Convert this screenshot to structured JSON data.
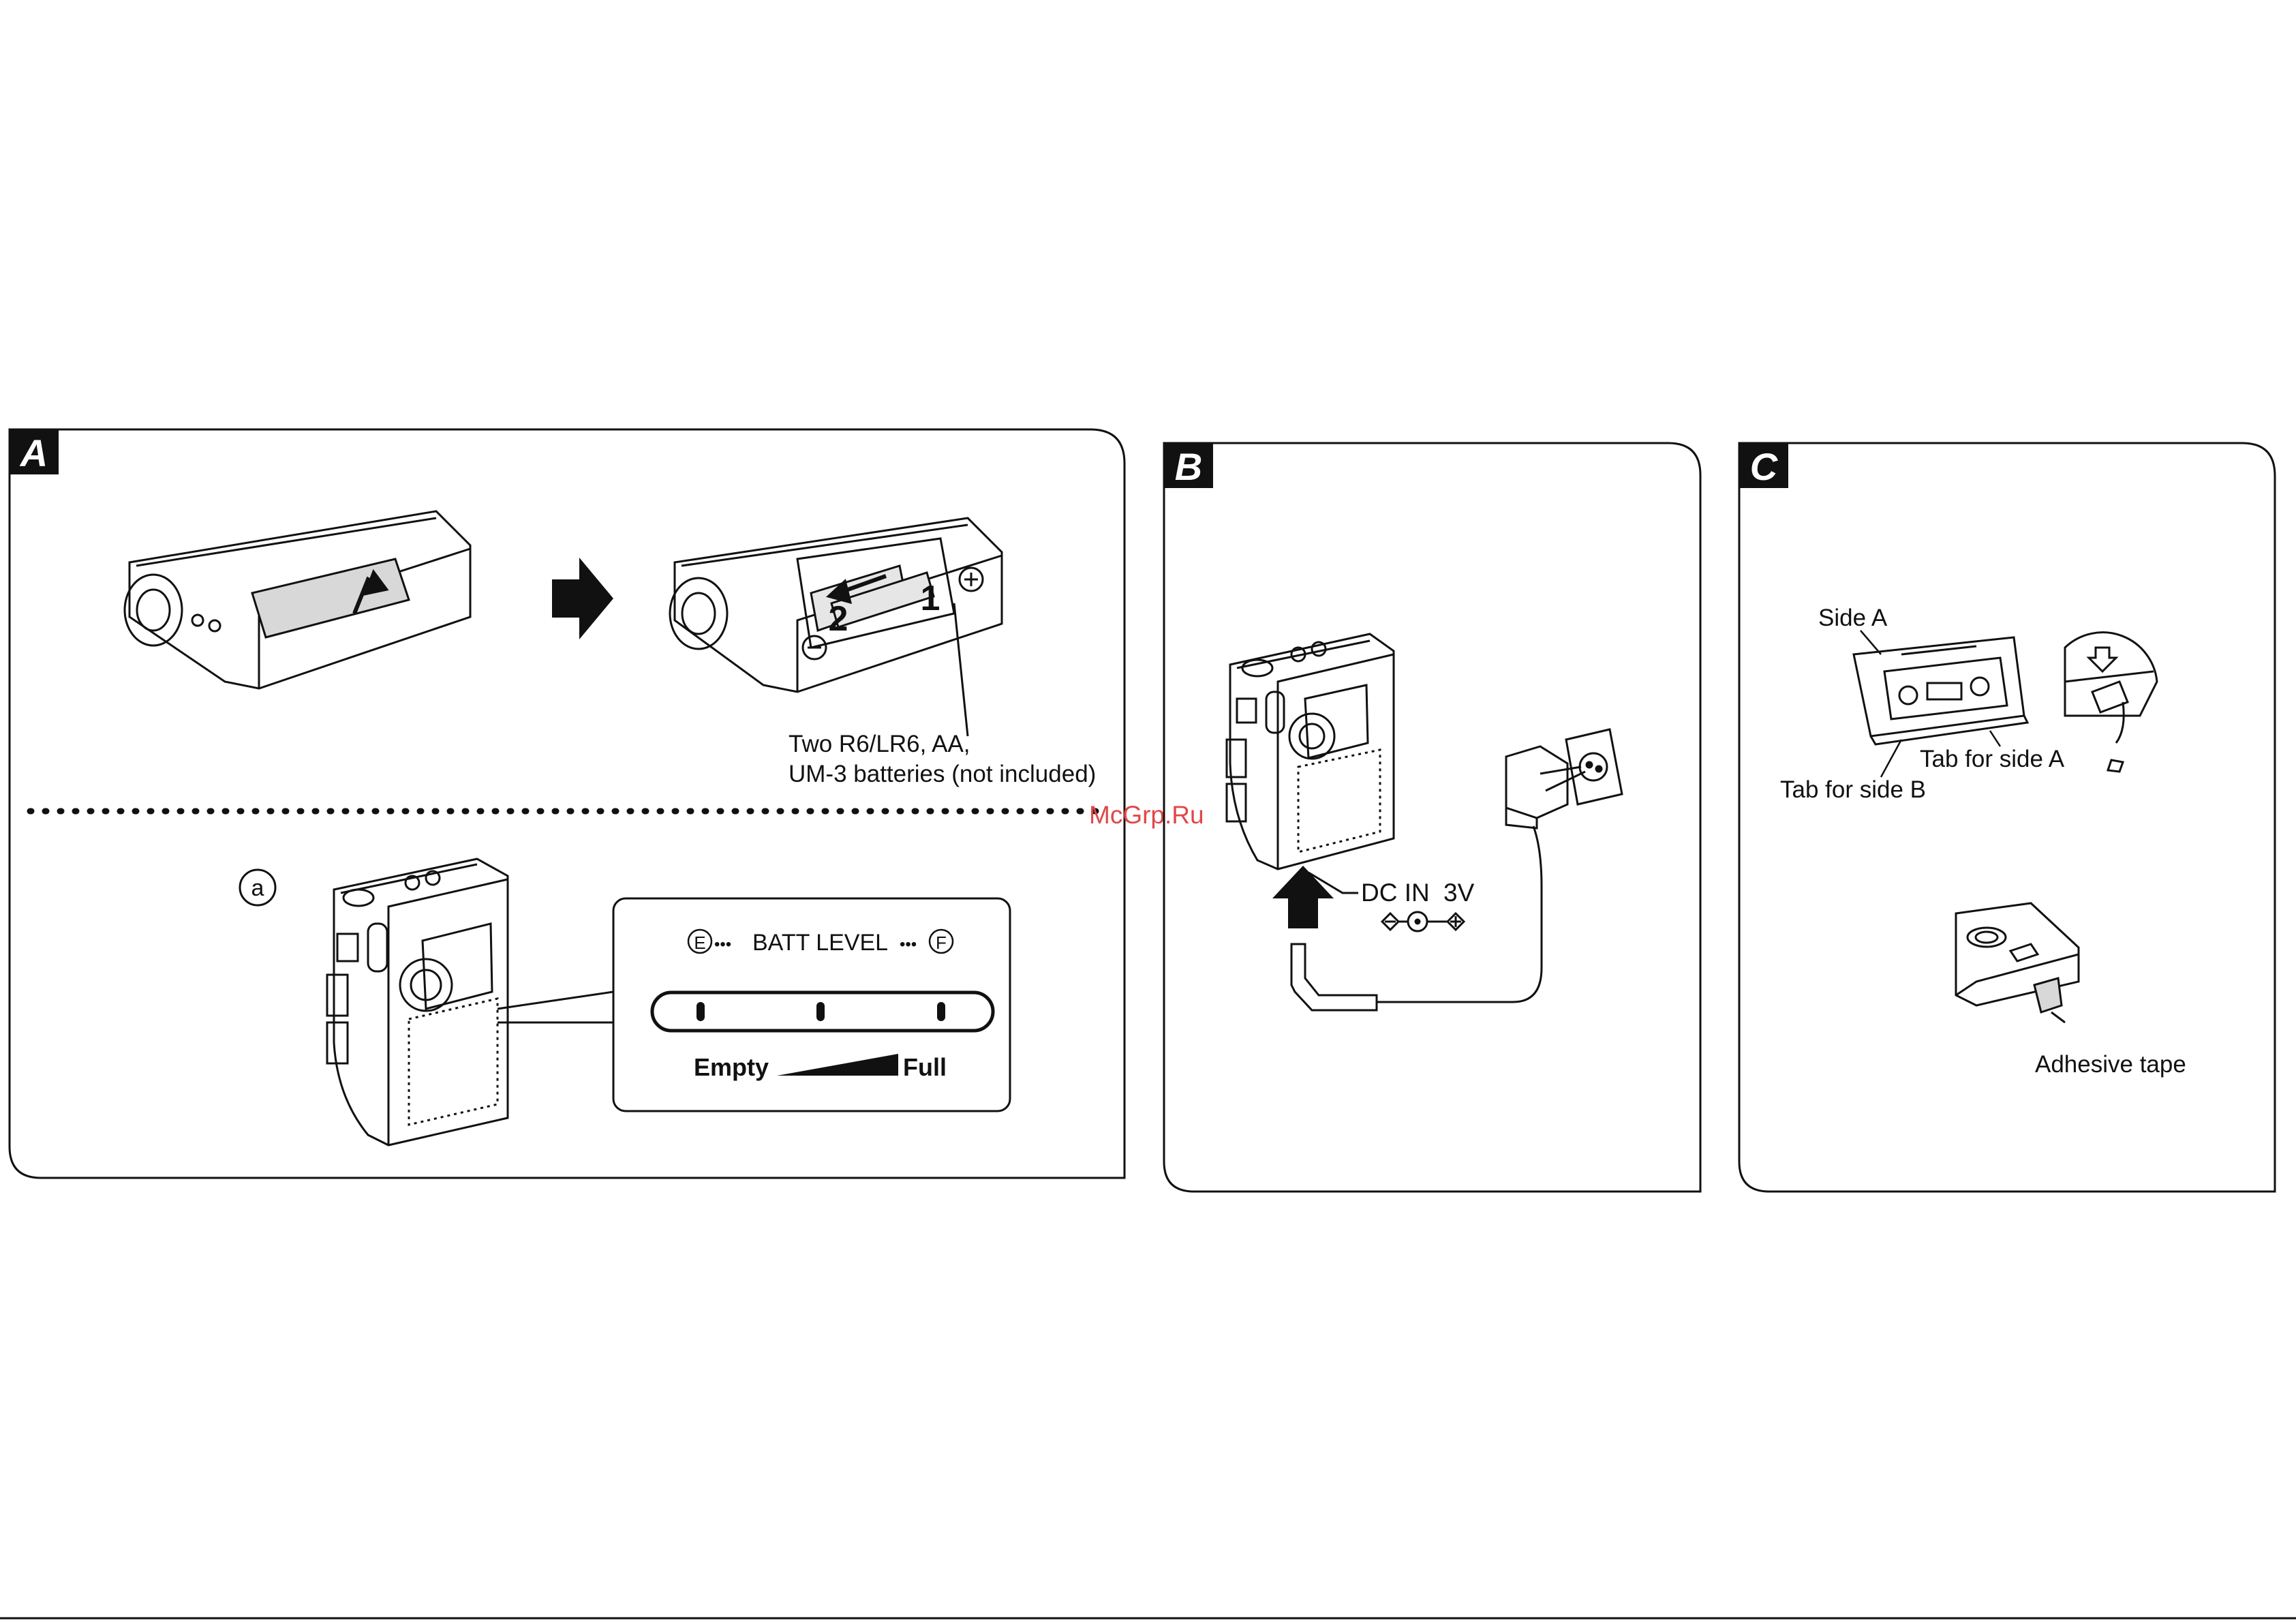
{
  "panels": {
    "a": {
      "letter": "A"
    },
    "b": {
      "letter": "B"
    },
    "c": {
      "letter": "C"
    }
  },
  "panel_a": {
    "step_numbers": [
      "2",
      "1"
    ],
    "battery_note_line1": "Two R6/LR6, AA,",
    "battery_note_line2": "UM-3 batteries (not included)",
    "circle_label": "a",
    "batt_level_label": "BATT LEVEL",
    "empty_marker": "E",
    "full_marker": "F",
    "dots": "•••",
    "empty_label": "Empty",
    "full_label": "Full"
  },
  "panel_b": {
    "dc_in_label": "DC IN",
    "voltage_label": "3V"
  },
  "panel_c": {
    "side_a_label": "Side A",
    "tab_side_a_label": "Tab for side A",
    "tab_side_b_label": "Tab for side B",
    "adhesive_tape_label": "Adhesive tape"
  },
  "watermark": "McGrp.Ru",
  "colors": {
    "ink": "#111111",
    "watermark": "#e04848",
    "paper": "#ffffff"
  }
}
